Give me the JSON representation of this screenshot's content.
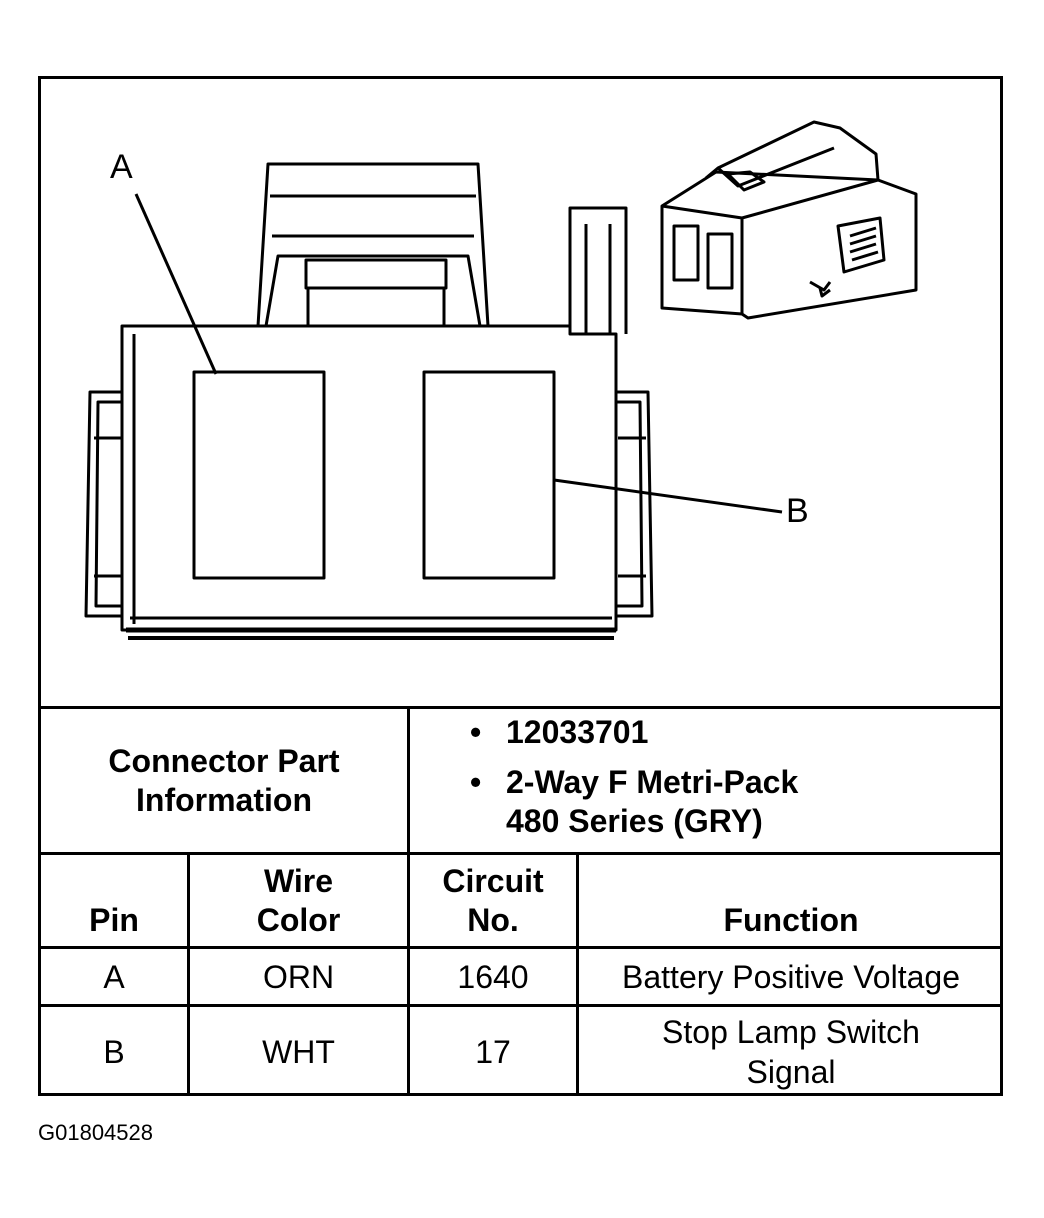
{
  "diagram": {
    "pin_callouts": [
      "A",
      "B"
    ]
  },
  "part_info": {
    "label_line1": "Connector Part",
    "label_line2": "Information",
    "part_number": "12033701",
    "description_line1": "2-Way F Metri-Pack",
    "description_line2": "480 Series (GRY)",
    "bullet": "•"
  },
  "table": {
    "headers": {
      "pin": "Pin",
      "wire_color_line1": "Wire",
      "wire_color_line2": "Color",
      "circuit_line1": "Circuit",
      "circuit_line2": "No.",
      "function": "Function"
    },
    "rows": [
      {
        "pin": "A",
        "wire_color": "ORN",
        "circuit": "1640",
        "function_line1": "Battery Positive Voltage",
        "function_line2": ""
      },
      {
        "pin": "B",
        "wire_color": "WHT",
        "circuit": "17",
        "function_line1": "Stop Lamp Switch",
        "function_line2": "Signal"
      }
    ]
  },
  "figure_id": "G01804528"
}
